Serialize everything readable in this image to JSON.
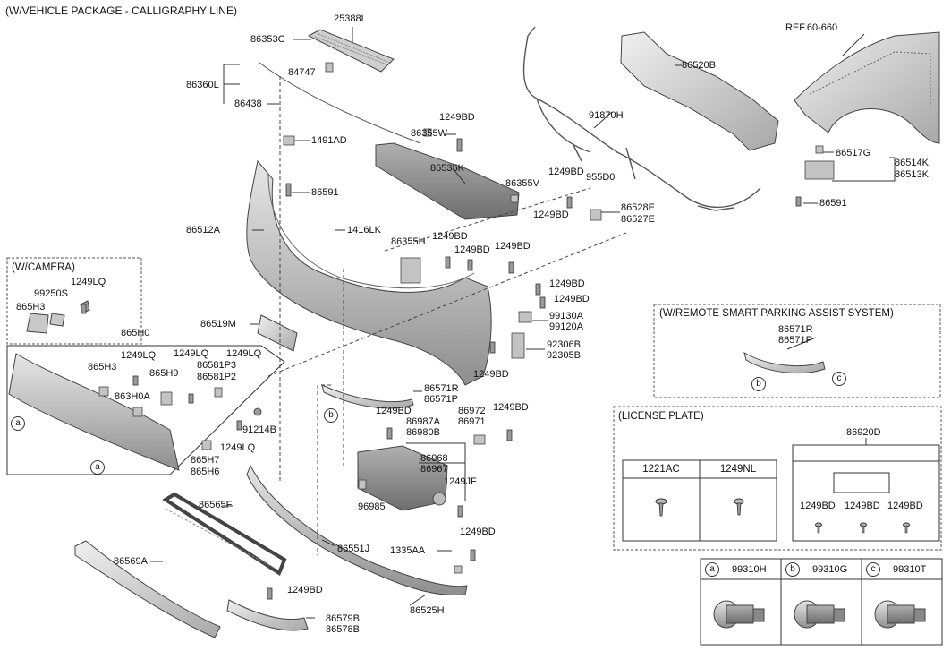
{
  "header": {
    "title": "(W/VEHICLE PACKAGE - CALLIGRAPHY LINE)"
  },
  "boxes": {
    "camera": "(W/CAMERA)",
    "parking": "(W/REMOTE SMART PARKING ASSIST SYSTEM)",
    "license": "(LICENSE PLATE)"
  },
  "labels": [
    "25388L",
    "86353C",
    "84747",
    "86360L",
    "86438",
    "1491AD",
    "86591",
    "86512A",
    "1416LK",
    "86355W",
    "1249BD",
    "86535K",
    "86355H",
    "1249BD",
    "1249BD",
    "1249BD",
    "1249BD",
    "86355V",
    "1249BD",
    "955D0",
    "86528E",
    "86527E",
    "91870H",
    "86520B",
    "REF.60-660",
    "86517G",
    "86514K",
    "86513K",
    "86591",
    "865H0",
    "1249LQ",
    "1249LQ",
    "1249LQ",
    "865H3",
    "865H9",
    "86581P3",
    "86581P2",
    "863H0A",
    "91214B",
    "1249LQ",
    "865H7",
    "865H6",
    "86519M",
    "1249BD",
    "1249BD",
    "99130A",
    "99120A",
    "92306B",
    "92305B",
    "1249BD",
    "86571R",
    "86571P",
    "1249BD",
    "86987A",
    "86980B",
    "86972",
    "86971",
    "1249BD",
    "86968",
    "86967",
    "1249JF",
    "96985",
    "86565F",
    "86551J",
    "1335AA",
    "1249BD",
    "86569A",
    "1249BD",
    "86579B",
    "86578B",
    "86525H",
    "1249LQ",
    "99250S",
    "865H3",
    "86571R",
    "86571P",
    "86920D"
  ],
  "callouts": [
    "a",
    "a",
    "b",
    "b",
    "c"
  ],
  "license_table": {
    "col1": "1221AC",
    "col2": "1249NL",
    "screws": [
      "1249BD",
      "1249BD",
      "1249BD"
    ]
  },
  "sensors": [
    {
      "mark": "a",
      "part": "99310H"
    },
    {
      "mark": "b",
      "part": "99310G"
    },
    {
      "mark": "c",
      "part": "99310T"
    }
  ]
}
